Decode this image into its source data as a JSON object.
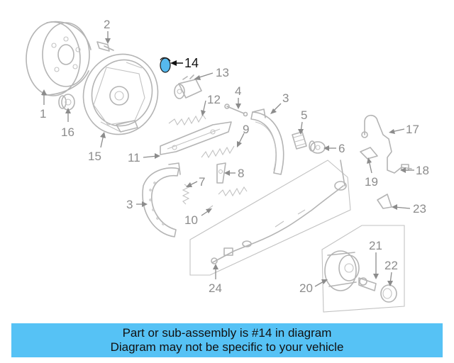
{
  "diagram": {
    "callouts": {
      "c1": "1",
      "c2": "2",
      "c3a": "3",
      "c3b": "3",
      "c4": "4",
      "c5": "5",
      "c6": "6",
      "c7": "7",
      "c8": "8",
      "c9": "9",
      "c10": "10",
      "c11": "11",
      "c12": "12",
      "c13": "13",
      "c14": "14",
      "c15": "15",
      "c16": "16",
      "c17": "17",
      "c18": "18",
      "c19": "19",
      "c20": "20",
      "c21": "21",
      "c22": "22",
      "c23": "23",
      "c24": "24"
    },
    "highlighted_part": "14",
    "colors": {
      "highlight": "#56b9ee",
      "banner": "#56c2f5",
      "line": "#b4b4b4",
      "callout": "#8c8c8c"
    }
  },
  "banner": {
    "line1": "Part or sub-assembly is #14 in diagram",
    "line2": "Diagram may not be specific to your vehicle"
  }
}
